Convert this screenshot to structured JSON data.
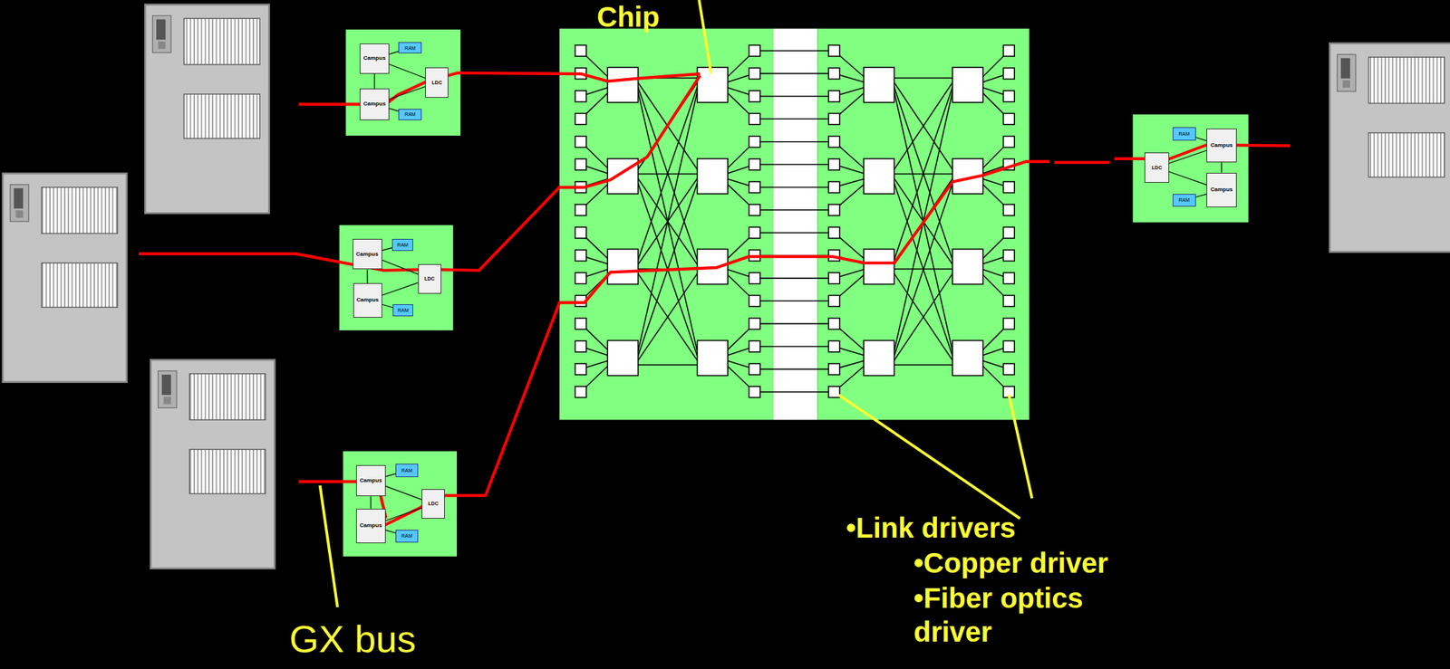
{
  "diagram": {
    "nodes": [
      {
        "text": [
          "Campus"
        ]
      },
      {
        "text": [
          "Campus"
        ]
      },
      {
        "text": [
          "RAM"
        ]
      },
      {
        "text": [
          "RAM"
        ]
      },
      {
        "text": [
          "LDC"
        ]
      },
      {
        "text": [
          "Campus"
        ]
      },
      {
        "text": [
          "Campus"
        ]
      },
      {
        "text": [
          "RAM"
        ]
      },
      {
        "text": [
          "RAM"
        ]
      },
      {
        "text": [
          "LDC"
        ]
      },
      {
        "text": [
          "Campus"
        ]
      },
      {
        "text": [
          "Campus"
        ]
      },
      {
        "text": [
          "RAM"
        ]
      },
      {
        "text": [
          "RAM"
        ]
      },
      {
        "text": [
          "LDC"
        ]
      },
      {
        "text": [
          "Campus"
        ]
      },
      {
        "text": [
          "Campus"
        ]
      },
      {
        "text": [
          "RAM"
        ]
      },
      {
        "text": [
          "RAM"
        ]
      },
      {
        "text": [
          "LDC"
        ]
      }
    ],
    "edges": [
      {
        "from": 0,
        "to": 2,
        "arrow": "none"
      },
      {
        "from": 1,
        "to": 3,
        "arrow": "none"
      },
      {
        "from": 0,
        "to": 4,
        "arrow": "none"
      },
      {
        "from": 1,
        "to": 4,
        "arrow": "none"
      },
      {
        "from": 0,
        "to": 1,
        "arrow": "none"
      },
      {
        "from": 5,
        "to": 7,
        "arrow": "none"
      },
      {
        "from": 6,
        "to": 8,
        "arrow": "none"
      },
      {
        "from": 5,
        "to": 9,
        "arrow": "none"
      },
      {
        "from": 6,
        "to": 9,
        "arrow": "none"
      },
      {
        "from": 5,
        "to": 6,
        "arrow": "none"
      },
      {
        "from": 10,
        "to": 12,
        "arrow": "none"
      },
      {
        "from": 11,
        "to": 13,
        "arrow": "none"
      },
      {
        "from": 10,
        "to": 14,
        "arrow": "none"
      },
      {
        "from": 11,
        "to": 14,
        "arrow": "none"
      },
      {
        "from": 10,
        "to": 11,
        "arrow": "none"
      },
      {
        "from": 15,
        "to": 17,
        "arrow": "none"
      },
      {
        "from": 16,
        "to": 18,
        "arrow": "none"
      },
      {
        "from": 15,
        "to": 19,
        "arrow": "none"
      },
      {
        "from": 16,
        "to": 19,
        "arrow": "none"
      },
      {
        "from": 15,
        "to": 16,
        "arrow": "none"
      }
    ],
    "labels": [
      "Chip",
      "•Link drivers",
      "•Copper driver",
      "•Fiber optics driver",
      "GX bus"
    ]
  }
}
